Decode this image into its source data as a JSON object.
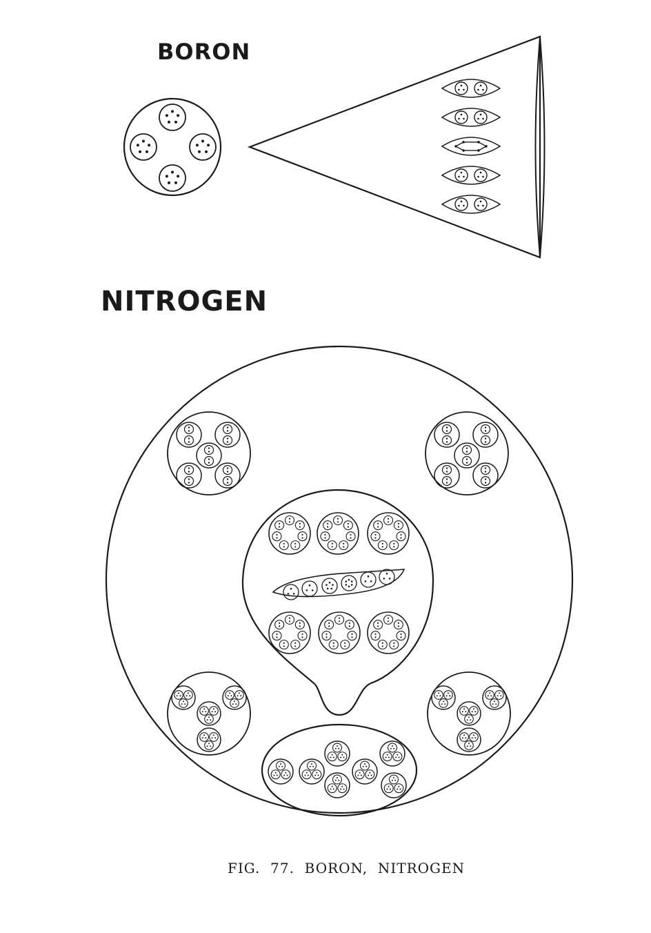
{
  "figure": {
    "boron_title": "BORON",
    "nitrogen_title": "NITROGEN",
    "caption": "FIG.  77.  BORON,  NITROGEN"
  },
  "colors": {
    "ink": "#1a1a1a",
    "paper": "#ffffff"
  }
}
